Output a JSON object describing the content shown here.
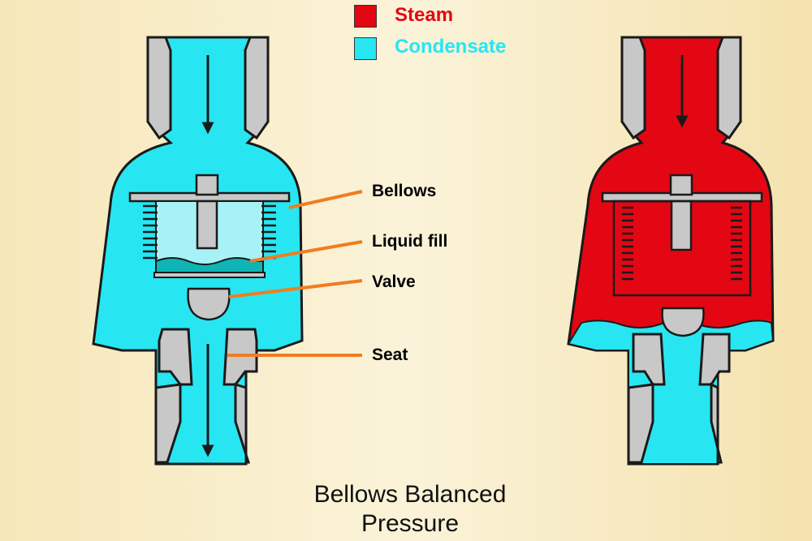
{
  "legend": {
    "steam": {
      "label": "Steam",
      "color": "#e30613"
    },
    "condensate": {
      "label": "Condensate",
      "color": "#27e6f2"
    }
  },
  "labels": {
    "bellows": "Bellows",
    "liquid_fill": "Liquid fill",
    "valve": "Valve",
    "seat": "Seat"
  },
  "caption": {
    "line1": "Bellows Balanced",
    "line2": "Pressure"
  },
  "colors": {
    "body_metal": "#c8c8c8",
    "outline": "#1a1a1a",
    "leader": "#ef7d22",
    "fill_liquid": "#0fb5b5",
    "bellows_inner": "#a6f2f7"
  },
  "icons": [
    "flow-arrow-down-icon",
    "flow-arrow-down-icon"
  ]
}
